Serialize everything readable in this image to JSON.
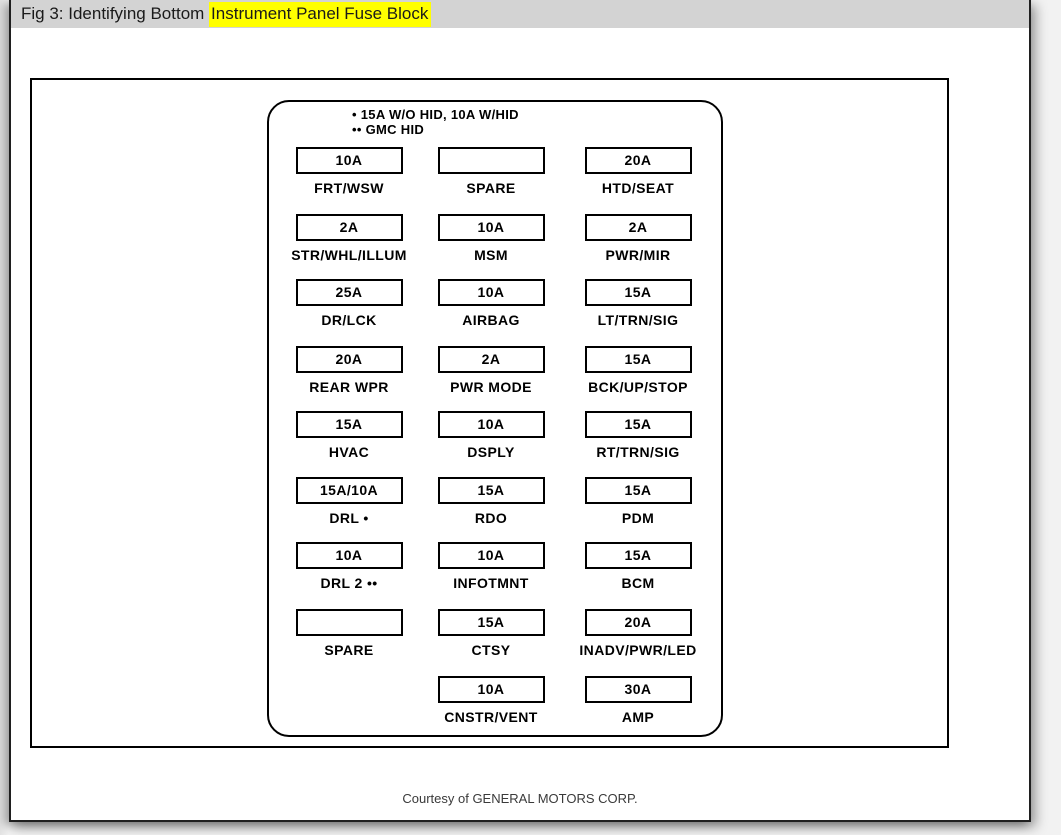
{
  "window": {
    "title": {
      "prefix": "Fig 3: Identifying Bottom ",
      "highlighted": "Instrument Panel Fuse Block"
    },
    "colors": {
      "title_bar_bg": "#d3d3d3",
      "highlight": "#ffff00",
      "border": "#000000"
    }
  },
  "figure": {
    "notes": {
      "line1": "• 15A W/O HID, 10A W/HID",
      "line2": "•• GMC HID"
    },
    "fuse_rows": [
      [
        {
          "amp": "10A",
          "label": "FRT/WSW"
        },
        {
          "amp": "",
          "label": "SPARE"
        },
        {
          "amp": "20A",
          "label": "HTD/SEAT"
        }
      ],
      [
        {
          "amp": "2A",
          "label": "STR/WHL/ILLUM"
        },
        {
          "amp": "10A",
          "label": "MSM"
        },
        {
          "amp": "2A",
          "label": "PWR/MIR"
        }
      ],
      [
        {
          "amp": "25A",
          "label": "DR/LCK"
        },
        {
          "amp": "10A",
          "label": "AIRBAG"
        },
        {
          "amp": "15A",
          "label": "LT/TRN/SIG"
        }
      ],
      [
        {
          "amp": "20A",
          "label": "REAR WPR"
        },
        {
          "amp": "2A",
          "label": "PWR MODE"
        },
        {
          "amp": "15A",
          "label": "BCK/UP/STOP"
        }
      ],
      [
        {
          "amp": "15A",
          "label": "HVAC"
        },
        {
          "amp": "10A",
          "label": "DSPLY"
        },
        {
          "amp": "15A",
          "label": "RT/TRN/SIG"
        }
      ],
      [
        {
          "amp": "15A/10A",
          "label": "DRL •"
        },
        {
          "amp": "15A",
          "label": "RDO"
        },
        {
          "amp": "15A",
          "label": "PDM"
        }
      ],
      [
        {
          "amp": "10A",
          "label": "DRL 2 ••"
        },
        {
          "amp": "10A",
          "label": "INFOTMNT"
        },
        {
          "amp": "15A",
          "label": "BCM"
        }
      ],
      [
        {
          "amp": "",
          "label": "SPARE"
        },
        {
          "amp": "15A",
          "label": "CTSY"
        },
        {
          "amp": "20A",
          "label": "INADV/PWR/LED"
        }
      ],
      [
        null,
        {
          "amp": "10A",
          "label": "CNSTR/VENT"
        },
        {
          "amp": "30A",
          "label": "AMP"
        }
      ]
    ],
    "courtesy_line": "Courtesy of GENERAL MOTORS CORP."
  }
}
